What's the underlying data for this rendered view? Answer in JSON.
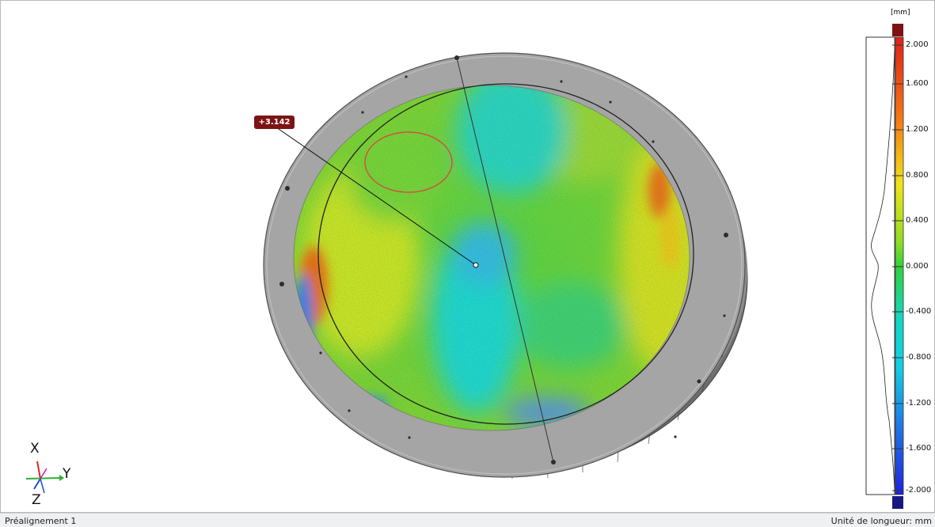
{
  "status_bar": {
    "left_text": "Préalignement 1",
    "right_text": "Unité de longueur: mm"
  },
  "color_scale": {
    "unit": "[mm]",
    "ticks": [
      "2.000",
      "1.600",
      "1.200",
      "0.800",
      "0.400",
      "0.000",
      "-0.400",
      "-0.800",
      "-1.200",
      "-1.600",
      "-2.000"
    ],
    "colors": {
      "max": "#7d1313",
      "high": "#e0201a",
      "orange": "#f48a14",
      "yellow": "#f2e21a",
      "green": "#32d23a",
      "cyan": "#13d6e2",
      "blue": "#1f3fe6",
      "min": "#17197e"
    }
  },
  "callout": {
    "value": "+3.142"
  },
  "axis_triad": {
    "x_label": "X",
    "y_label": "Y",
    "z_label": "Z"
  }
}
